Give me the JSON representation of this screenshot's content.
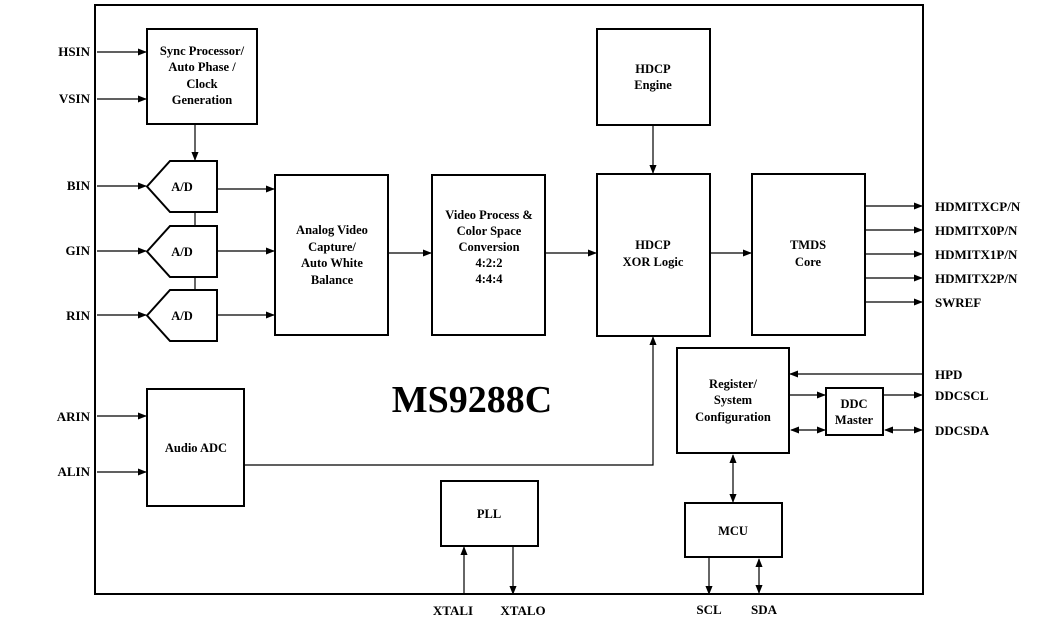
{
  "chip_name": "MS9288C",
  "blocks": {
    "sync": [
      "Sync Processor/",
      "Auto Phase /",
      "Clock",
      "Generation"
    ],
    "adc_label": "A/D",
    "avc": [
      "Analog Video",
      "Capture/",
      "Auto White",
      "Balance"
    ],
    "vproc": [
      "Video Process &",
      "Color Space",
      "Conversion",
      "4:2:2",
      "4:4:4"
    ],
    "hdcp_engine": [
      "HDCP",
      "Engine"
    ],
    "hdcp_xor": [
      "HDCP",
      "XOR Logic"
    ],
    "tmds": [
      "TMDS",
      "Core"
    ],
    "register": [
      "Register/",
      "System",
      "Configuration"
    ],
    "ddc_master": [
      "DDC",
      "Master"
    ],
    "audio_adc": [
      "Audio ADC"
    ],
    "pll": [
      "PLL"
    ],
    "mcu": [
      "MCU"
    ]
  },
  "pins": {
    "hsin": "HSIN",
    "vsin": "VSIN",
    "bin": "BIN",
    "gin": "GIN",
    "rin": "RIN",
    "arin": "ARIN",
    "alin": "ALIN",
    "hdmitxcp": "HDMITXCP/N",
    "hdmitx0p": "HDMITX0P/N",
    "hdmitx1p": "HDMITX1P/N",
    "hdmitx2p": "HDMITX2P/N",
    "swref": "SWREF",
    "hpd": "HPD",
    "ddcscl": "DDCSCL",
    "ddcsda": "DDCSDA",
    "xtali": "XTALI",
    "xtalo": "XTALO",
    "scl": "SCL",
    "sda": "SDA"
  }
}
